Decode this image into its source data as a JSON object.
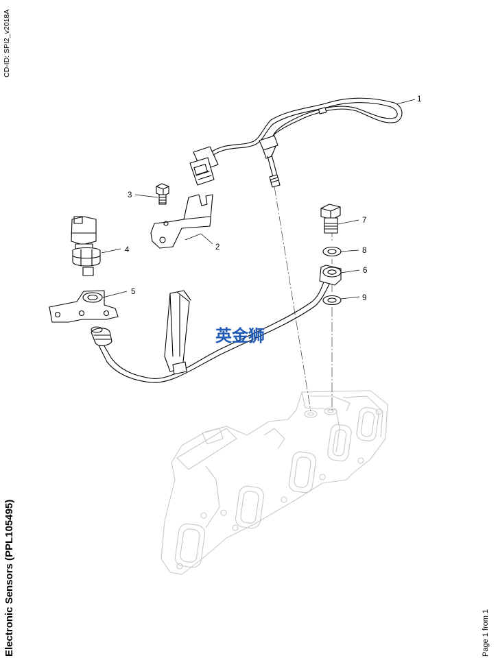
{
  "header": {
    "cd_id": "CD-ID: SPI2_v2018A"
  },
  "footer": {
    "title": "Electronic Sensors (PPL105495)",
    "page": "Page 1 from 1"
  },
  "watermark": {
    "text": "英金狮",
    "color": "#1f5bb6"
  },
  "callouts": [
    "1",
    "2",
    "3",
    "4",
    "5",
    "6",
    "7",
    "8",
    "9"
  ]
}
